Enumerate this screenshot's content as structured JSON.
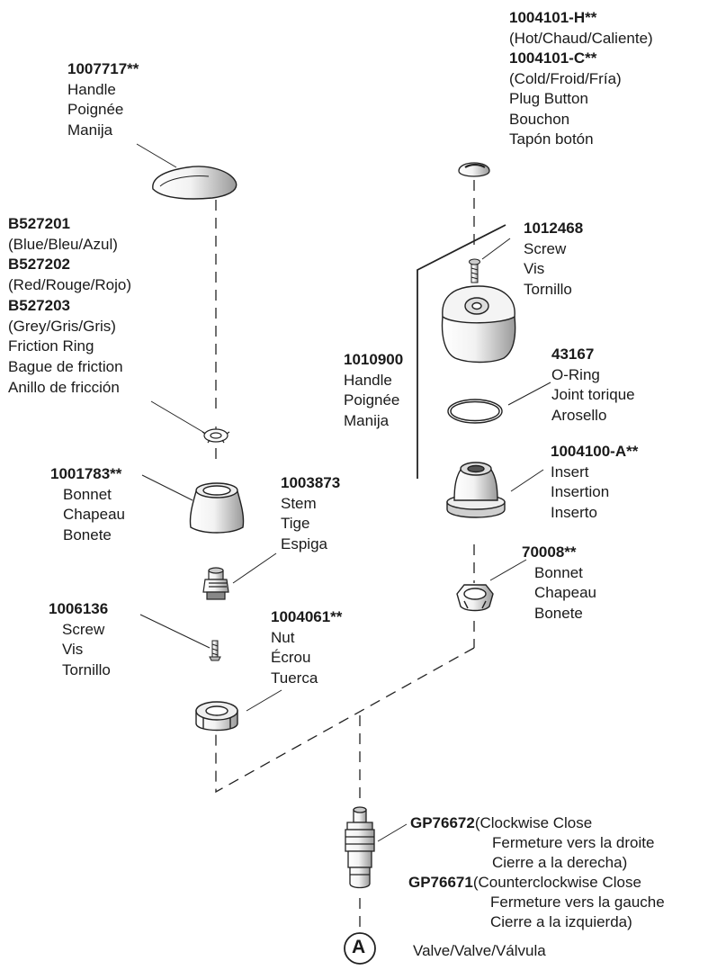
{
  "labels": {
    "handle_left": {
      "part_no": "1007717**",
      "en": "Handle",
      "fr": "Poignée",
      "es": "Manija"
    },
    "friction_ring": {
      "blue_no": "B527201",
      "blue_desc": "(Blue/Bleu/Azul)",
      "red_no": "B527202",
      "red_desc": "(Red/Rouge/Rojo)",
      "grey_no": "B527203",
      "grey_desc": "(Grey/Gris/Gris)",
      "en": "Friction Ring",
      "fr": "Bague de friction",
      "es": "Anillo de fricción"
    },
    "bonnet_left": {
      "part_no": "1001783**",
      "en": "Bonnet",
      "fr": "Chapeau",
      "es": "Bonete"
    },
    "stem": {
      "part_no": "1003873",
      "en": "Stem",
      "fr": "Tige",
      "es": "Espiga"
    },
    "screw_left": {
      "part_no": "1006136",
      "en": "Screw",
      "fr": "Vis",
      "es": "Tornillo"
    },
    "nut": {
      "part_no": "1004061**",
      "en": "Nut",
      "fr": "Écrou",
      "es": "Tuerca"
    },
    "plug_button": {
      "hot_no": "1004101-H**",
      "hot_desc": "(Hot/Chaud/Caliente)",
      "cold_no": "1004101-C**",
      "cold_desc": "(Cold/Froid/Fría)",
      "en": "Plug Button",
      "fr": "Bouchon",
      "es": "Tapón botón"
    },
    "screw_right": {
      "part_no": "1012468",
      "en": "Screw",
      "fr": "Vis",
      "es": "Tornillo"
    },
    "handle_right": {
      "part_no": "1010900",
      "en": "Handle",
      "fr": "Poignée",
      "es": "Manija"
    },
    "oring": {
      "part_no": "43167",
      "en": "O-Ring",
      "fr": "Joint torique",
      "es": "Arosello"
    },
    "insert": {
      "part_no": "1004100-A**",
      "en": "Insert",
      "fr": "Insertion",
      "es": "Inserto"
    },
    "bonnet_right": {
      "part_no": "70008**",
      "en": "Bonnet",
      "fr": "Chapeau",
      "es": "Bonete"
    },
    "valve": {
      "cw_no": "GP76672",
      "cw_line1": "(Clockwise Close",
      "cw_line2": "Fermeture vers la droite",
      "cw_line3": "Cierre a la derecha)",
      "ccw_no": "GP76671",
      "ccw_line1": "(Counterclockwise Close",
      "ccw_line2": "Fermeture vers la gauche",
      "ccw_line3": "Cierre a la izquierda)",
      "name": "Valve/Valve/Válvula",
      "callout": "A"
    }
  }
}
